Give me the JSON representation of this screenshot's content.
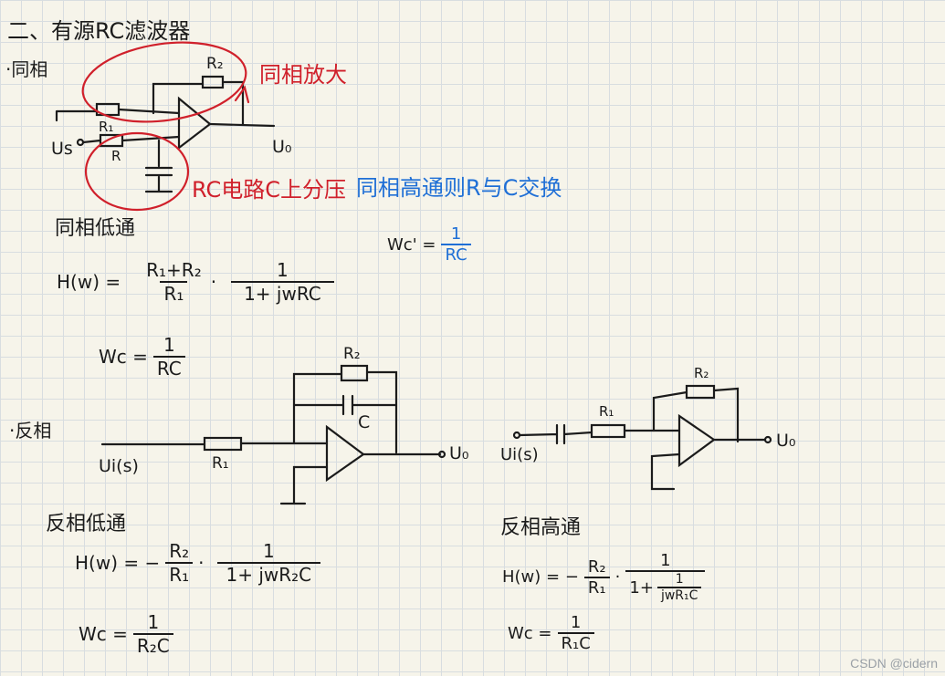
{
  "heading": "二、有源RC滤波器",
  "noninv": {
    "bullet": "·同相",
    "note_amp": "同相放大",
    "note_rc": "RC电路C上分压",
    "note_highpass": "同相高通则R与C交换",
    "wc_prime_lhs": "Wc' =",
    "wc_prime_num": "1",
    "wc_prime_den": "RC",
    "labels": {
      "r2": "R₂",
      "r1": "R₁",
      "r": "R",
      "us": "Us",
      "uo": "U₀"
    },
    "lowpass_title": "同相低通",
    "h_lhs": "H(w) =",
    "h_frac1_num": "R₁+R₂",
    "h_frac1_den": "R₁",
    "h_frac2_num": "1",
    "h_frac2_den": "1+ jwRC",
    "wc_lhs": "Wc =",
    "wc_num": "1",
    "wc_den": "RC"
  },
  "inv": {
    "bullet": "·反相",
    "labels": {
      "r2": "R₂",
      "c": "C",
      "r1": "R₁",
      "ui": "Ui(s)",
      "uo": "U₀"
    },
    "lowpass_title": "反相低通",
    "h_lhs": "H(w) = −",
    "h_frac1_num": "R₂",
    "h_frac1_den": "R₁",
    "h_frac2_num": "1",
    "h_frac2_den": "1+ jwR₂C",
    "wc_lhs": "Wc =",
    "wc_num": "1",
    "wc_den": "R₂C"
  },
  "inv_hp": {
    "labels": {
      "r2": "R₂",
      "r1": "R₁",
      "ui": "Ui(s)",
      "uo": "U₀"
    },
    "highpass_title": "反相高通",
    "h_lhs": "H(w) = −",
    "h_frac1_num": "R₂",
    "h_frac1_den": "R₁",
    "h_frac2_num": "1",
    "h_frac2_den_a": "1+",
    "h_frac2_den_num": "1",
    "h_frac2_den_den": "jwR₁C",
    "wc_lhs": "Wc =",
    "wc_num": "1",
    "wc_den": "R₁C"
  },
  "watermark": "CSDN @cidern"
}
